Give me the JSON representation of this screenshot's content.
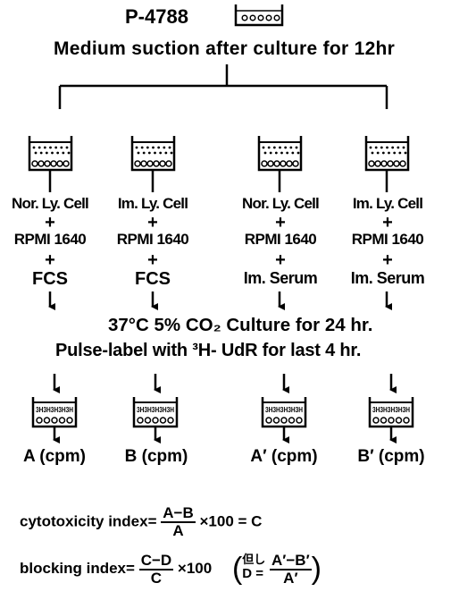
{
  "header": {
    "code": "P-4788",
    "step1": "Medium suction after culture for 12hr"
  },
  "columns": [
    {
      "cell": "Nor. Ly. Cell",
      "plus1": "+",
      "medium": "RPMI 1640",
      "plus2": "+",
      "serum": "FCS",
      "result": "A (cpm)"
    },
    {
      "cell": "Im. Ly. Cell",
      "plus1": "+",
      "medium": "RPMI 1640",
      "plus2": "+",
      "serum": "FCS",
      "result": "B (cpm)"
    },
    {
      "cell": "Nor. Ly. Cell",
      "plus1": "+",
      "medium": "RPMI 1640",
      "plus2": "+",
      "serum": "Im. Serum",
      "result": "A′ (cpm)"
    },
    {
      "cell": "Im. Ly. Cell",
      "plus1": "+",
      "medium": "RPMI 1640",
      "plus2": "+",
      "serum": "Im. Serum",
      "result": "B′ (cpm)"
    }
  ],
  "culture": {
    "line1": "37°C 5% CO₂ Culture for 24 hr.",
    "line2": "Pulse-label with ³H- UdR for last 4 hr."
  },
  "labeled_plate_text": "3H3H3H3H3H",
  "formulas": {
    "cytotoxicity_label": "cytotoxicity index",
    "cytotoxicity_eq": "=",
    "cytotoxicity_num": "A−B",
    "cytotoxicity_den": "A",
    "cytotoxicity_rest": "×100 = C",
    "blocking_label": "blocking index",
    "blocking_eq": "=",
    "blocking_num": "C−D",
    "blocking_den": "C",
    "blocking_rest": "×100",
    "note_prefix": "但し",
    "note_d": "D =",
    "note_num": "A′−B′",
    "note_den": "A′"
  }
}
